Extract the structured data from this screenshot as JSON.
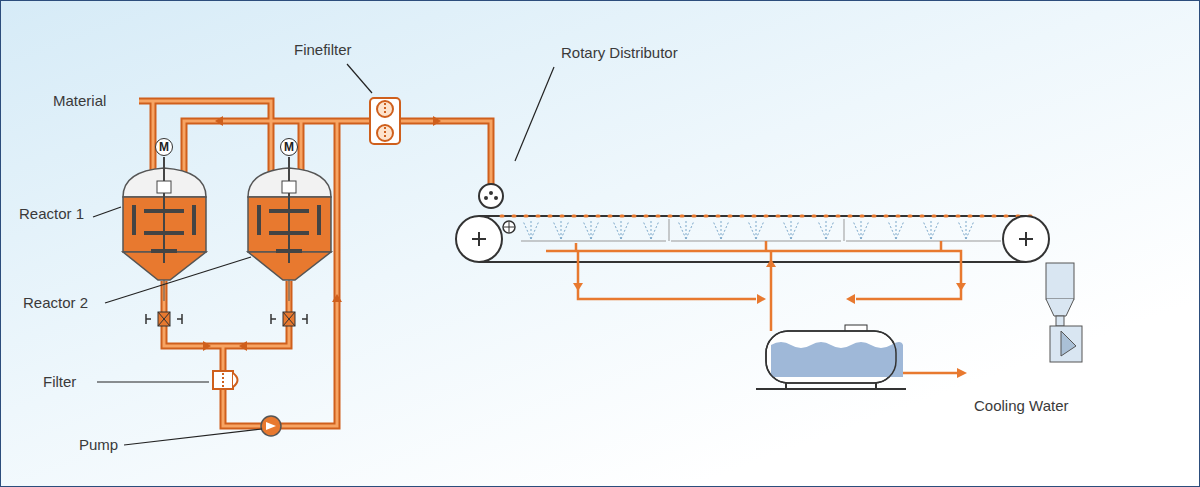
{
  "diagram": {
    "nodes": [
      {
        "text": [
          "M"
        ]
      },
      {
        "text": [
          "M"
        ]
      }
    ],
    "labels": [
      "Material",
      "Finefilter",
      "Rotary Distributor",
      "Reactor 1",
      "Reactor 2",
      "Filter",
      "Pump",
      "Cooling Water"
    ]
  }
}
